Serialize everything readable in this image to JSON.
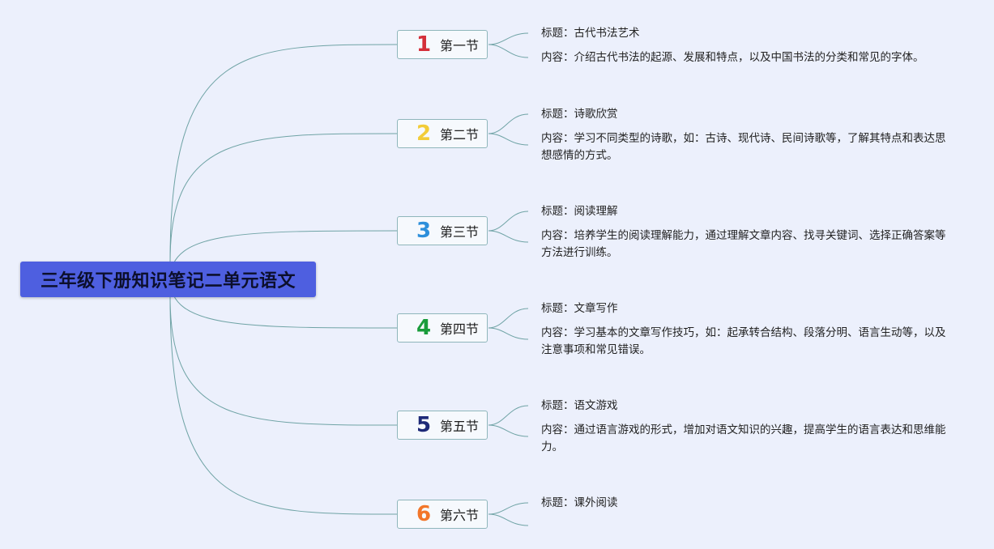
{
  "root": {
    "title": "三年级下册知识笔记二单元语文"
  },
  "sections": [
    {
      "number": "1",
      "number_color": "#d42f3a",
      "label": "第一节",
      "title": "标题：古代书法艺术",
      "content": "内容：介绍古代书法的起源、发展和特点，以及中国书法的分类和常见的字体。"
    },
    {
      "number": "2",
      "number_color": "#f2cc38",
      "label": "第二节",
      "title": "标题：诗歌欣赏",
      "content": "内容：学习不同类型的诗歌，如：古诗、现代诗、民间诗歌等，了解其特点和表达思想感情的方式。"
    },
    {
      "number": "3",
      "number_color": "#2d8fdb",
      "label": "第三节",
      "title": "标题：阅读理解",
      "content": "内容：培养学生的阅读理解能力，通过理解文章内容、找寻关键词、选择正确答案等方法进行训练。"
    },
    {
      "number": "4",
      "number_color": "#199c3b",
      "label": "第四节",
      "title": "标题：文章写作",
      "content": "内容：学习基本的文章写作技巧，如：起承转合结构、段落分明、语言生动等，以及注意事项和常见错误。"
    },
    {
      "number": "5",
      "number_color": "#1e2a78",
      "label": "第五节",
      "title": "标题：语文游戏",
      "content": "内容：通过语言游戏的形式，增加对语文知识的兴趣，提高学生的语言表达和思维能力。"
    },
    {
      "number": "6",
      "number_color": "#f2762a",
      "label": "第六节",
      "title": "标题：课外阅读",
      "content": ""
    }
  ],
  "colors": {
    "connector": "#6fa3a5",
    "root_bg": "#4e5fe0",
    "node_border": "#8fb6bb"
  }
}
